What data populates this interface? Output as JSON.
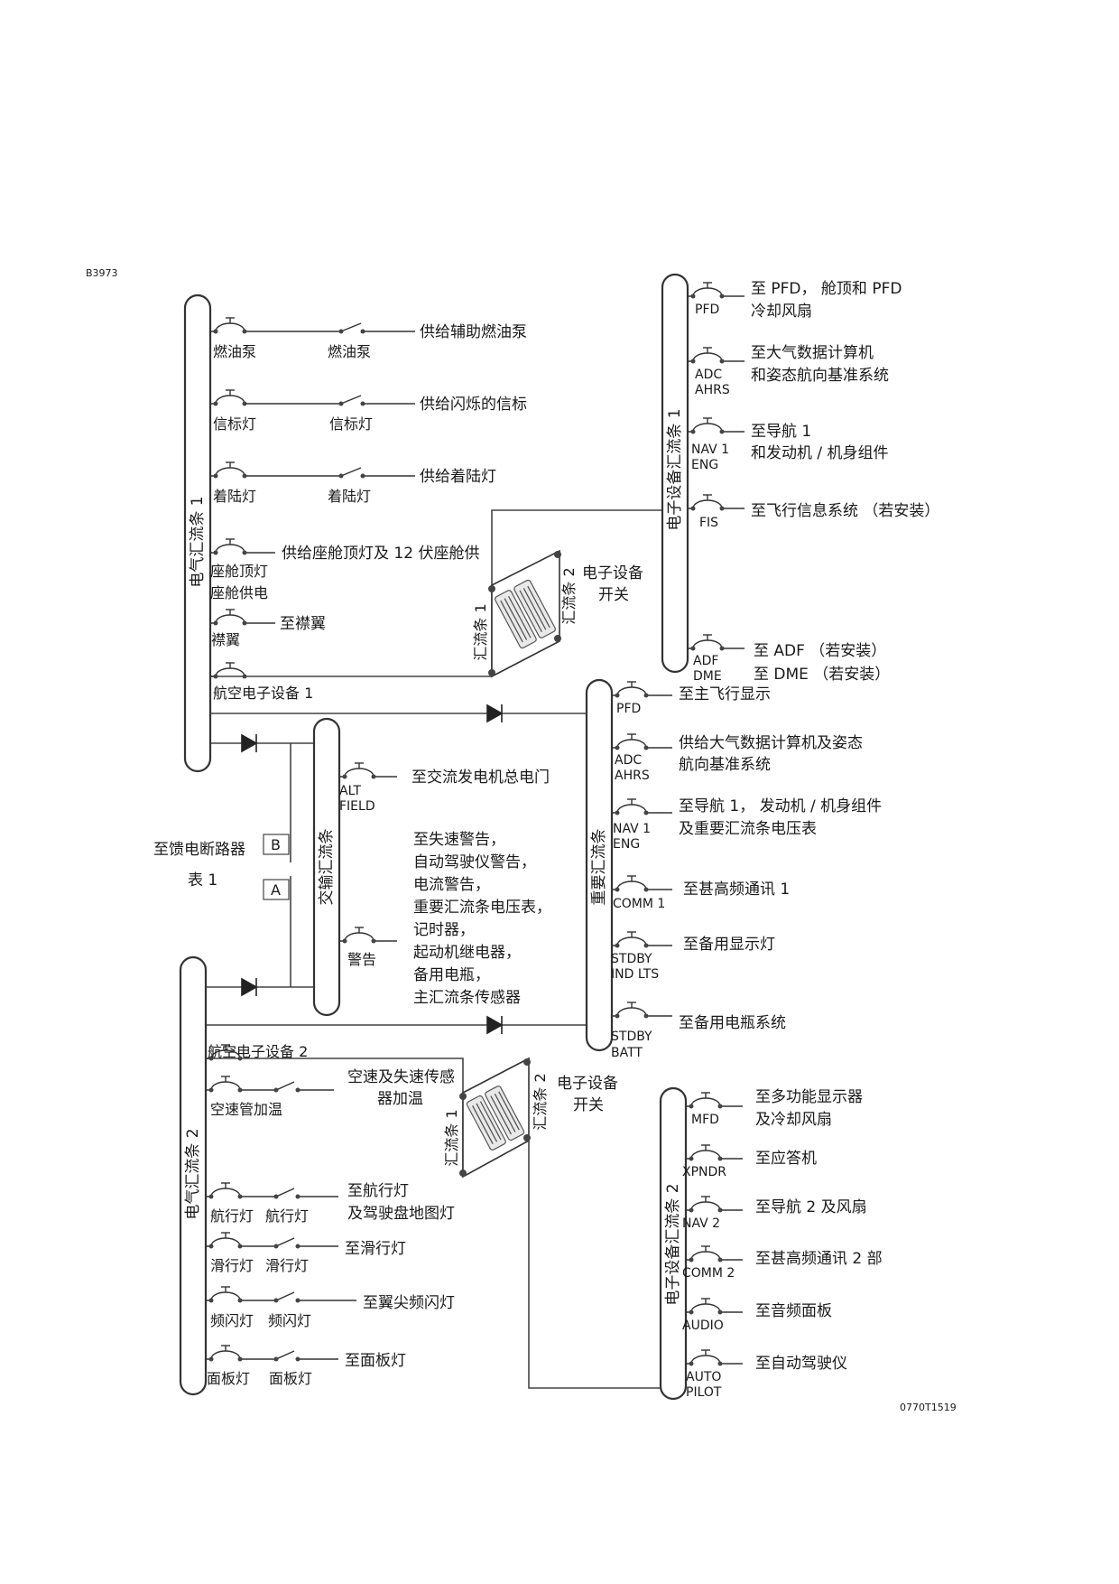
{
  "doc": {
    "ref_top": "B3973",
    "ref_bottom": "0770T1519"
  },
  "buses": {
    "elec1": "电气汇流条 1",
    "elec2": "电气汇流条 2",
    "avionics1": "电子设备汇流条 1",
    "avionics2": "电子设备汇流条 2",
    "crossfeed": "交输汇流条",
    "essential": "重要汇流条"
  },
  "elec1": [
    {
      "cb": "燃油泵",
      "sw": "燃油泵",
      "desc": "供给辅助燃油泵"
    },
    {
      "cb": "信标灯",
      "sw": "信标灯",
      "desc": "供给闪烁的信标"
    },
    {
      "cb": "着陆灯",
      "sw": "着陆灯",
      "desc": "供给着陆灯"
    },
    {
      "cb": "座舱顶灯",
      "cb2": "座舱供电",
      "desc": "供给座舱顶灯及 12 伏座舱供"
    },
    {
      "cb": "襟翼",
      "desc": "至襟翼"
    },
    {
      "cb": "航空电子设备 1"
    }
  ],
  "elec2": [
    {
      "cb": "航空电子设备 2"
    },
    {
      "cb": "空速管加温",
      "desc": "空速及失速传感",
      "desc2": "器加温"
    },
    {
      "cb": "航行灯",
      "sw": "航行灯",
      "desc": "至航行灯",
      "desc2": "及驾驶盘地图灯"
    },
    {
      "cb": "滑行灯",
      "sw": "滑行灯",
      "desc": "至滑行灯"
    },
    {
      "cb": "频闪灯",
      "sw": "频闪灯",
      "desc": "至翼尖频闪灯"
    },
    {
      "cb": "面板灯",
      "sw": "面板灯",
      "desc": "至面板灯"
    }
  ],
  "avionics1": [
    {
      "code": "PFD",
      "desc": "至 PFD， 舱顶和 PFD",
      "desc2": "冷却风扇"
    },
    {
      "code": "ADC",
      "code2": "AHRS",
      "desc": "至大气数据计算机",
      "desc2": "和姿态航向基准系统"
    },
    {
      "code": "NAV 1",
      "code2": "ENG",
      "desc": "至导航 1",
      "desc2": "和发动机 / 机身组件"
    },
    {
      "code": "FIS",
      "desc": "至飞行信息系统 （若安装）"
    },
    {
      "code": "ADF",
      "code2": "DME",
      "desc": "至 ADF （若安装）",
      "desc2": "至 DME （若安装）"
    }
  ],
  "avionics2": [
    {
      "code": "MFD",
      "desc": "至多功能显示器",
      "desc2": "及冷却风扇"
    },
    {
      "code": "XPNDR",
      "desc": "至应答机"
    },
    {
      "code": "NAV 2",
      "desc": "至导航 2 及风扇"
    },
    {
      "code": "COMM 2",
      "desc": "至甚高频通讯 2 部"
    },
    {
      "code": "AUDIO",
      "desc": "至音频面板"
    },
    {
      "code": "AUTO",
      "code2": "PILOT",
      "desc": "至自动驾驶仪"
    }
  ],
  "essential": [
    {
      "code": "PFD",
      "desc": "至主飞行显示"
    },
    {
      "code": "ADC",
      "code2": "AHRS",
      "desc": "供给大气数据计算机及姿态",
      "desc2": "航向基准系统"
    },
    {
      "code": "NAV 1",
      "code2": "ENG",
      "desc": "至导航 1， 发动机 / 机身组件",
      "desc2": "及重要汇流条电压表"
    },
    {
      "code": "COMM 1",
      "desc": "至甚高频通讯 1"
    },
    {
      "code": "STDBY",
      "code2": "IND LTS",
      "desc": "至备用显示灯"
    },
    {
      "code": "STDBY",
      "code2": "BATT",
      "desc": "至备用电瓶系统"
    }
  ],
  "crossfeed": {
    "alt": {
      "code": "ALT",
      "code2": "FIELD",
      "desc": "至交流发电机总电门"
    },
    "warn": {
      "cb": "警告"
    },
    "warn_list": [
      "至失速警告，",
      "自动驾驶仪警告，",
      "电流警告，",
      "重要汇流条电压表，",
      "记时器，",
      "起动机继电器，",
      "备用电瓶，",
      "主汇流条传感器"
    ]
  },
  "switches": {
    "bus1": "汇流条 1",
    "bus2": "汇流条 2",
    "title": "电子设备",
    "title2": "开关"
  },
  "feeder": {
    "label": "至馈电断路器",
    "label2": "表 1",
    "a": "A",
    "b": "B"
  }
}
